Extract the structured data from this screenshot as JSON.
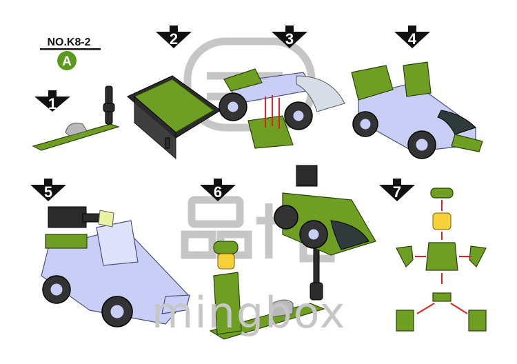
{
  "header": {
    "model_number": "NO.K8-2",
    "variant_badge": "A",
    "badge_color": "#5a9a1e"
  },
  "watermark": {
    "chinese": "品格",
    "latin": "mingbox"
  },
  "steps": [
    {
      "number": "1"
    },
    {
      "number": "2"
    },
    {
      "number": "3"
    },
    {
      "number": "4"
    },
    {
      "number": "5"
    },
    {
      "number": "6"
    },
    {
      "number": "7"
    }
  ],
  "colors": {
    "green": "#6e9e22",
    "lavender": "#c9cef6",
    "arrow": "#e02020"
  }
}
